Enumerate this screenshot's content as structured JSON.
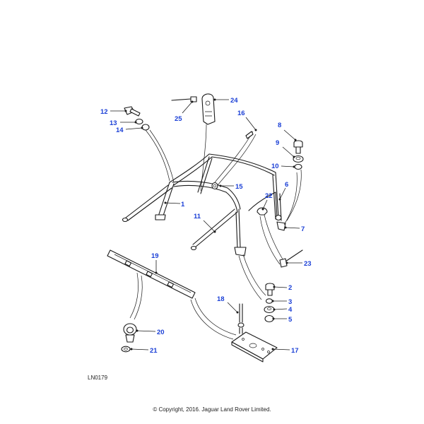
{
  "diagram": {
    "reference_code": "LN0179",
    "copyright": "© Copyright, 2016. Jaguar Land Rover Limited.",
    "callout_color": "#1a3fd6",
    "callouts": [
      "1",
      "2",
      "3",
      "4",
      "5",
      "6",
      "7",
      "8",
      "9",
      "10",
      "11",
      "12",
      "13",
      "14",
      "15",
      "16",
      "17",
      "18",
      "19",
      "20",
      "21",
      "22",
      "23",
      "24",
      "25"
    ]
  }
}
